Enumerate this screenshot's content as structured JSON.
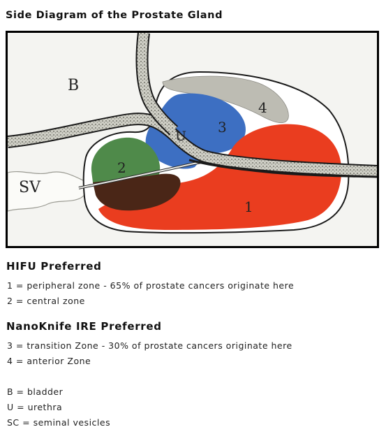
{
  "title": "Side Diagram of the Prostate Gland",
  "diagram": {
    "labels": {
      "bladder": "B",
      "urethra": "U",
      "seminal_vesicles": "SV",
      "zone1": "1",
      "zone2": "2",
      "zone3": "3",
      "zone4": "4"
    },
    "colors": {
      "peripheral_zone": "#ea3d1f",
      "central_zone": "#4f8a4a",
      "transition_zone": "#3d6fc2",
      "anterior_zone": "#bdbcb3",
      "overlap": "#4a2617"
    }
  },
  "sections": [
    {
      "heading": "HIFU Preferred",
      "lines": [
        "1 = peripheral zone - 65% of prostate cancers originate here",
        "2 = central zone"
      ]
    },
    {
      "heading": "NanoKnife IRE Preferred",
      "lines": [
        "3 = transition Zone - 30% of prostate cancers originate here",
        "4 = anterior Zone"
      ]
    }
  ],
  "legend": [
    "B = bladder",
    "U = urethra",
    "SC = seminal vesicles"
  ]
}
